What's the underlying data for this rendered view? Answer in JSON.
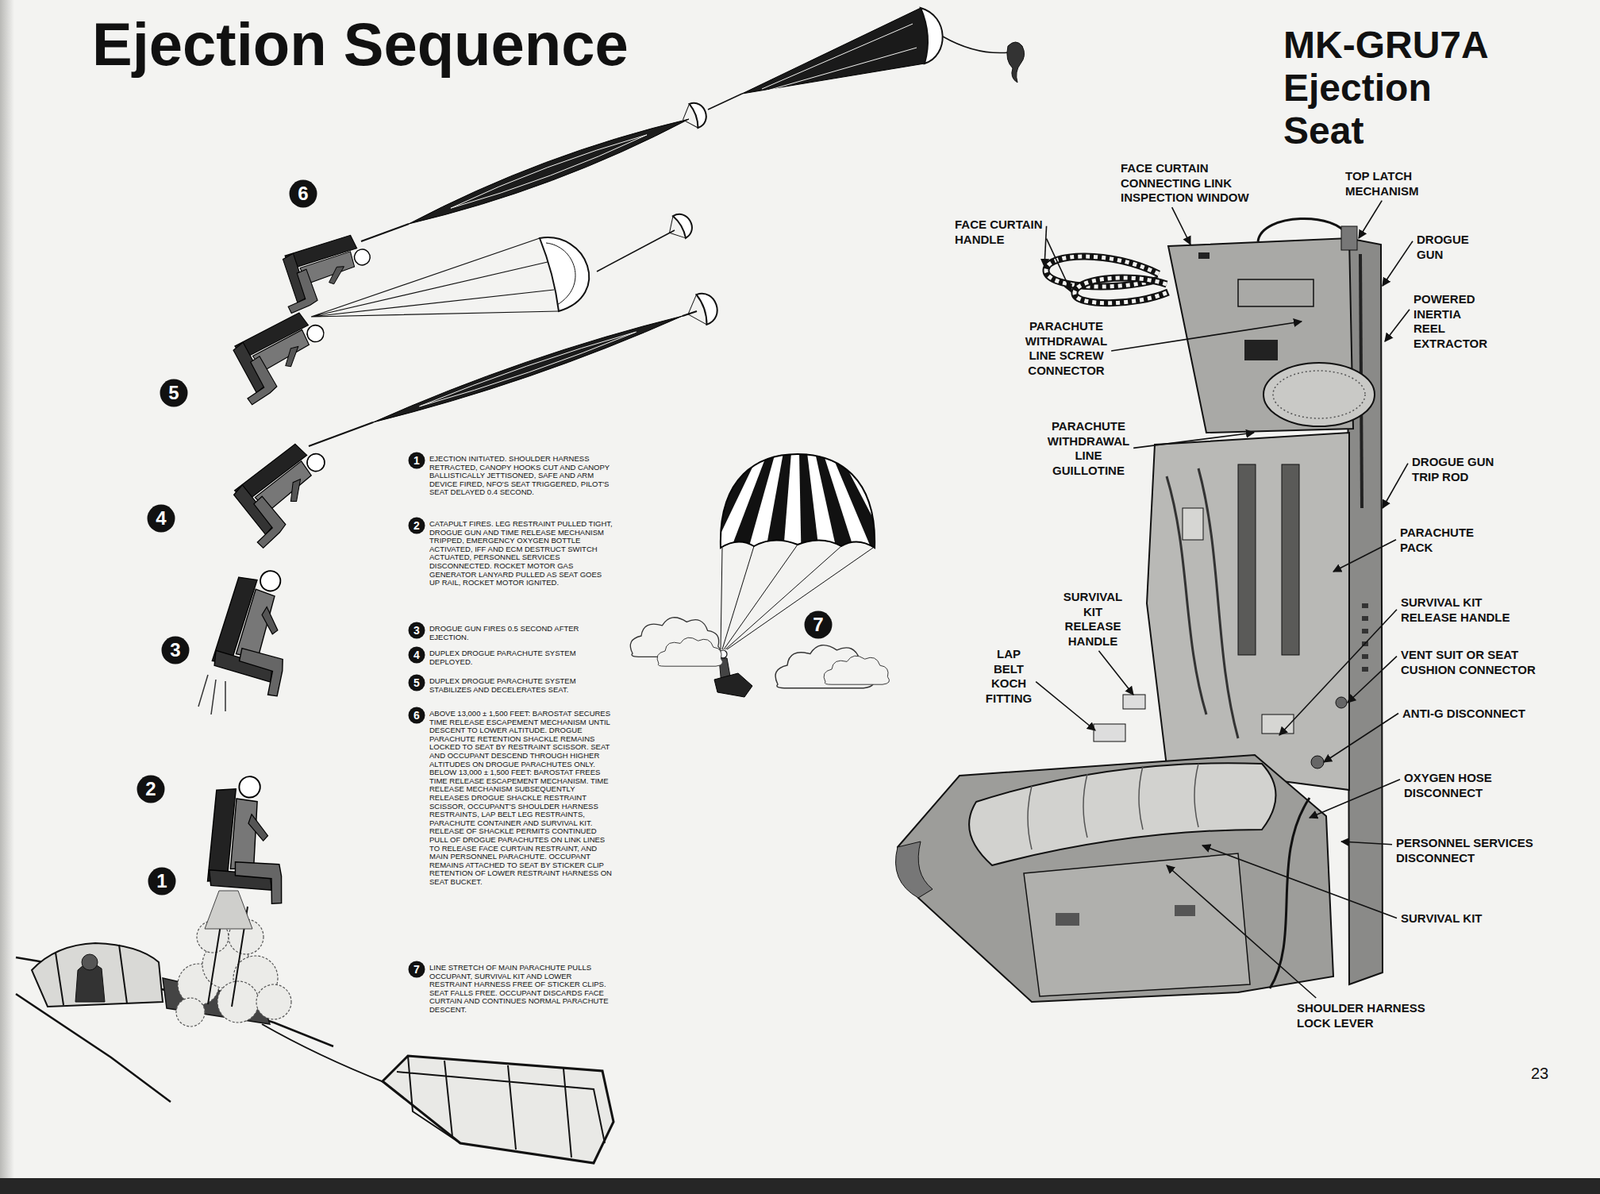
{
  "diagram": {
    "title": "Ejection Sequence",
    "nodes": [
      {
        "text": [
          "6"
        ]
      },
      {
        "text": [
          "5"
        ]
      },
      {
        "text": [
          "4"
        ]
      },
      {
        "text": [
          "7"
        ]
      },
      {
        "text": [
          "3"
        ]
      },
      {
        "text": [
          "2"
        ]
      },
      {
        "text": [
          "1"
        ]
      },
      {
        "text": [
          "1"
        ]
      },
      {
        "text": [
          "2"
        ]
      },
      {
        "text": [
          "3"
        ]
      },
      {
        "text": [
          "4"
        ]
      },
      {
        "text": [
          "5"
        ]
      },
      {
        "text": [
          "6"
        ]
      },
      {
        "text": [
          "7"
        ]
      }
    ],
    "labels": [
      "MK-GRU7A Ejection Seat",
      "FACE CURTAIN CONNECTING LINK INSPECTION WINDOW",
      "TOP LATCH MECHANISM",
      "FACE CURTAIN HANDLE",
      "DROGUE GUN",
      "POWERED INERTIA REEL EXTRACTOR",
      "PARACHUTE WITHDRAWAL LINE SCREW CONNECTOR",
      "PARACHUTE WITHDRAWAL LINE GUILLOTINE",
      "DROGUE GUN TRIP ROD",
      "PARACHUTE PACK",
      "SURVIVAL KIT RELEASE HANDLE",
      "VENT SUIT OR SEAT CUSHION CONNECTOR",
      "SURVIVAL KIT RELEASE HANDLE",
      "LAP BELT KOCH FITTING",
      "ANTI-G DISCONNECT",
      "OXYGEN HOSE DISCONNECT",
      "PERSONNEL SERVICES DISCONNECT",
      "SURVIVAL KIT",
      "SHOULDER HARNESS LOCK LEVER",
      "EJECTION INITIATED. SHOULDER HARNESS RETRACTED, CANOPY HOOKS CUT AND CANOPY BALLISTICALLY JETTISONED, SAFE AND ARM DEVICE FIRED, NFO'S SEAT TRIGGERED, PILOT'S SEAT DELAYED 0.4 SECOND.",
      "CATAPULT FIRES. LEG RESTRAINT PULLED TIGHT, DROGUE GUN AND TIME RELEASE MECHANISM TRIPPED, EMERGENCY OXYGEN BOTTLE ACTIVATED, IFF AND ECM DESTRUCT SWITCH ACTUATED, PERSONNEL SERVICES DISCONNECTED. ROCKET MOTOR GAS GENERATOR LANYARD PULLED AS SEAT GOES UP RAIL, ROCKET MOTOR IGNITED.",
      "DROGUE GUN FIRES 0.5 SECOND AFTER EJECTION.",
      "DUPLEX DROGUE PARACHUTE SYSTEM DEPLOYED.",
      "DUPLEX DROGUE PARACHUTE SYSTEM STABILIZES AND DECELERATES SEAT.",
      "ABOVE 13,000 ± 1,500 FEET: BAROSTAT SECURES TIME RELEASE ESCAPEMENT MECHANISM UNTIL DESCENT TO LOWER ALTITUDE. DROGUE PARACHUTE RETENTION SHACKLE REMAINS LOCKED TO SEAT BY RESTRAINT SCISSOR. SEAT AND OCCUPANT DESCEND THROUGH HIGHER ALTITUDES ON DROGUE PARACHUTES ONLY. BELOW 13,000 ± 1,500 FEET: BAROSTAT FREES TIME RELEASE ESCAPEMENT MECHANISM. TIME RELEASE MECHANISM SUBSEQUENTLY RELEASES DROGUE SHACKLE RESTRAINT SCISSOR, OCCUPANT'S SHOULDER HARNESS RESTRAINTS, LAP BELT LEG RESTRAINTS, PARACHUTE CONTAINER AND SURVIVAL KIT. RELEASE OF SHACKLE PERMITS CONTINUED PULL OF DROGUE PARACHUTES ON LINK LINES TO RELEASE FACE CURTAIN RESTRAINT, AND MAIN PERSONNEL PARACHUTE. OCCUPANT REMAINS ATTACHED TO SEAT BY STICKER CLIP RETENTION OF LOWER RESTRAINT HARNESS ON SEAT BUCKET.",
      "LINE STRETCH OF MAIN PARACHUTE PULLS OCCUPANT, SURVIVAL KIT AND LOWER RESTRAINT HARNESS FREE OF STICKER CLIPS. SEAT FALLS FREE. OCCUPANT DISCARDS FACE CURTAIN AND CONTINUES NORMAL PARACHUTE DESCENT.",
      "23"
    ]
  }
}
